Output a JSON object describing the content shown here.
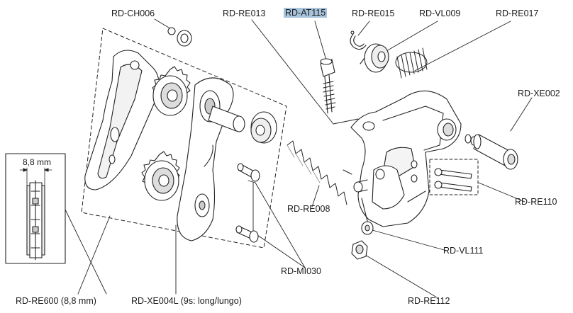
{
  "labels": {
    "ch006": "RD-CH006",
    "re013": "RD-RE013",
    "at115": "RD-AT115",
    "re015": "RD-RE015",
    "vl009": "RD-VL009",
    "re017": "RD-RE017",
    "xe002": "RD-XE002",
    "re110": "RD-RE110",
    "re008": "RD-RE008",
    "vl111": "RD-VL111",
    "mi030": "RD-MI030",
    "re112": "RD-RE112",
    "re600": "RD-RE600 (8,8 mm)",
    "xe004l": "RD-XE004L (9s: long/lungo)"
  },
  "dimension": "8,8 mm",
  "highlight_color": "#a8c4dc",
  "highlighted": "at115"
}
